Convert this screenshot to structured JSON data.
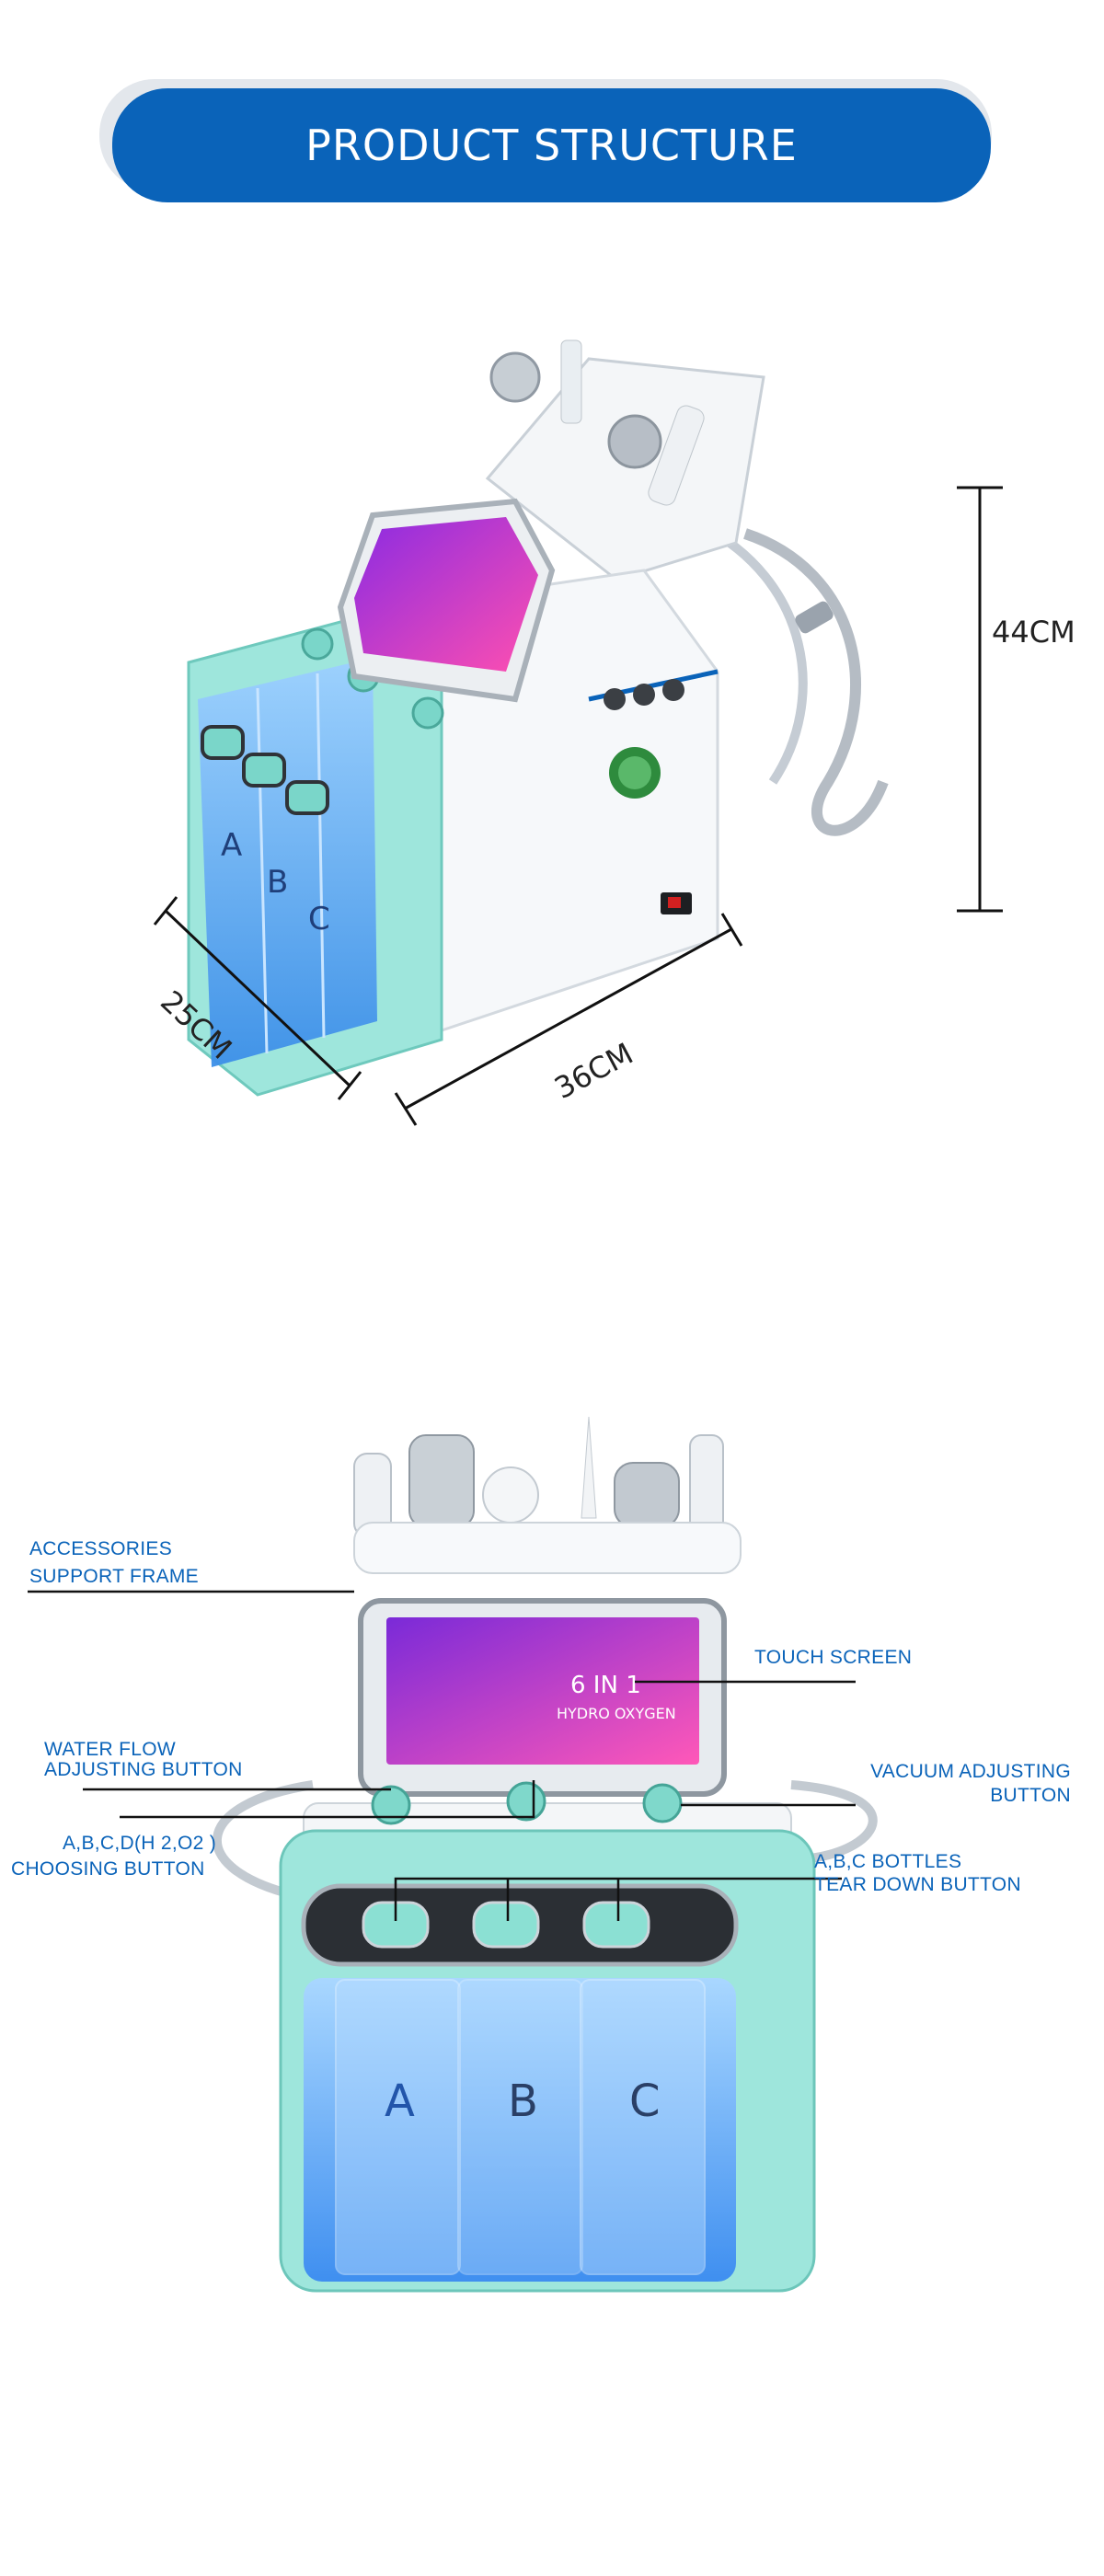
{
  "header": {
    "title": "PRODUCT STRUCTURE"
  },
  "dimensions": {
    "height": "44CM",
    "depth": "25CM",
    "width": "36CM"
  },
  "device": {
    "bottle_letters": [
      "A",
      "B",
      "C"
    ],
    "screen_text": "6 IN 1",
    "screen_sub": "HYDRO OXYGEN"
  },
  "callouts": {
    "accessories_line1": "ACCESSORIES",
    "accessories_line2": "SUPPORT FRAME",
    "touch_screen": "TOUCH SCREEN",
    "water_flow_line1": "WATER FLOW",
    "water_flow_line2": "ADJUSTING BUTTON",
    "vacuum_line1": "VACUUM ADJUSTING",
    "vacuum_line2": "BUTTON",
    "choosing_line1": "A,B,C,D(H 2,O2 )",
    "choosing_line2": "CHOOSING BUTTON",
    "bottles_line1": "A,B,C BOTTLES",
    "bottles_line2": "TEAR DOWN BUTTON"
  },
  "colors": {
    "brand_blue": "#0a63b9",
    "mint": "#8fe0d6",
    "bottle_blue": "#5aa8f0",
    "screen_pink": "#d62d8f"
  }
}
